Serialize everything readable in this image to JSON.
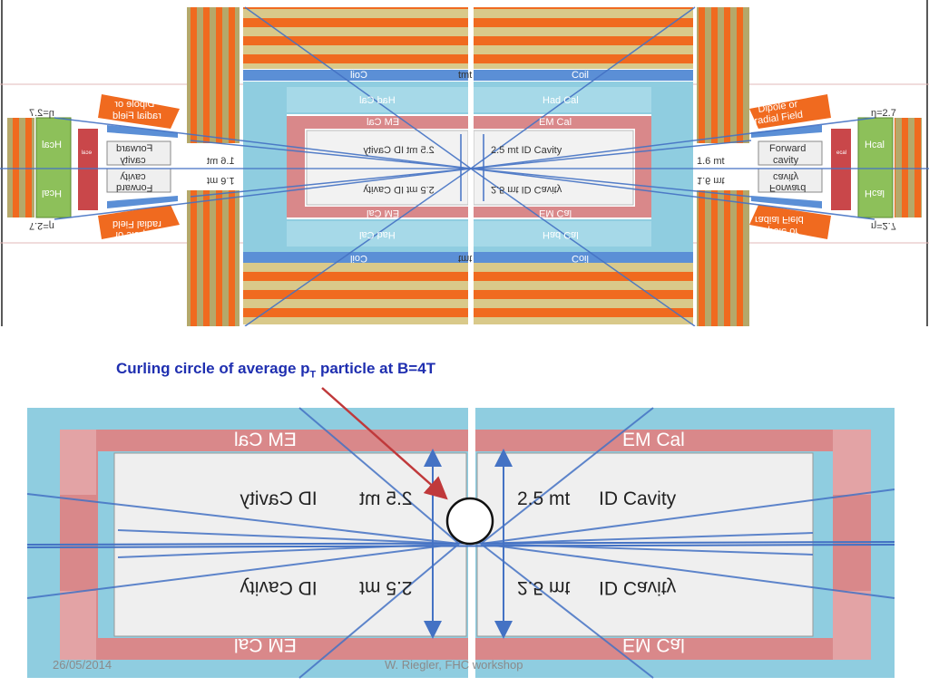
{
  "detector": {
    "coil": "Coil",
    "tmt": "tmt",
    "had_cal": "Had Cal",
    "em_cal": "EM Cal",
    "id_cavity": "2.5 mt ID Cavity",
    "distance": "1.6 mt",
    "forward_cavity_line1": "Forward",
    "forward_cavity_line2": "cavity",
    "dipole_line1": "Dipole or",
    "dipole_line2": "radial Field",
    "hcal": "Hcal",
    "ecal": "ecal",
    "eta": "η=2.7"
  },
  "zoom": {
    "em_cal": "EM Cal",
    "length": "2.5 mt",
    "id_cavity": "ID Cavity"
  },
  "caption": {
    "prefix": "Curling circle of average p",
    "sub": "T",
    "suffix": " particle at B=4T"
  },
  "footer": {
    "date": "26/05/2014",
    "author": "W. Riegler, FHC workshop"
  },
  "colors": {
    "orange": "#f06a1f",
    "tan": "#d9c98a",
    "light_blue": "#8fcde0",
    "pink": "#d9888a",
    "cavity": "#f2f2f2",
    "line_blue": "#4472c4",
    "caption": "#1f2fb0"
  }
}
